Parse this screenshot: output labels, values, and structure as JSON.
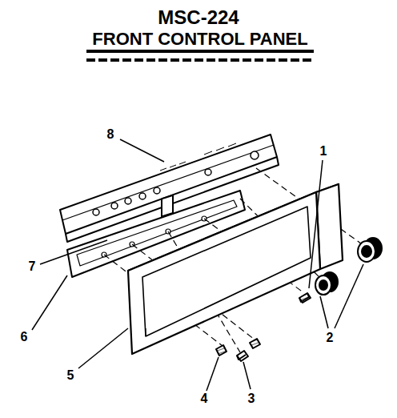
{
  "diagram": {
    "title": "MSC-224",
    "labels": [
      "FRONT CONTROL PANEL",
      "1",
      "2",
      "3",
      "4",
      "5",
      "6",
      "7",
      "8"
    ]
  }
}
